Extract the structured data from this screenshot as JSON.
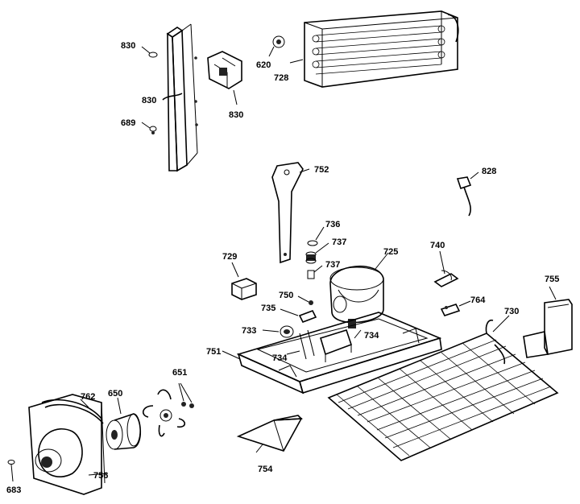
{
  "diagram": {
    "ink_color": "#000000",
    "background_color": "#ffffff",
    "parts": [
      {
        "id": "p830a",
        "label": "830",
        "name": "screw"
      },
      {
        "id": "p830b",
        "label": "830",
        "name": "rail"
      },
      {
        "id": "p830c",
        "label": "830",
        "name": "bracket"
      },
      {
        "id": "p689",
        "label": "689",
        "name": "screw"
      },
      {
        "id": "p620",
        "label": "620",
        "name": "knob"
      },
      {
        "id": "p728",
        "label": "728",
        "name": "condenser-coil"
      },
      {
        "id": "p752",
        "label": "752",
        "name": "bracket-arm"
      },
      {
        "id": "p828",
        "label": "828",
        "name": "cord-clip"
      },
      {
        "id": "p736",
        "label": "736",
        "name": "washer"
      },
      {
        "id": "p737a",
        "label": "737",
        "name": "grommet"
      },
      {
        "id": "p737b",
        "label": "737",
        "name": "grommet"
      },
      {
        "id": "p740",
        "label": "740",
        "name": "clip"
      },
      {
        "id": "p729",
        "label": "729",
        "name": "relay"
      },
      {
        "id": "p725",
        "label": "725",
        "name": "compressor"
      },
      {
        "id": "p755",
        "label": "755",
        "name": "bracket"
      },
      {
        "id": "p750",
        "label": "750",
        "name": "screw"
      },
      {
        "id": "p764",
        "label": "764",
        "name": "clip"
      },
      {
        "id": "p735",
        "label": "735",
        "name": "clamp"
      },
      {
        "id": "p730",
        "label": "730",
        "name": "drain-coil"
      },
      {
        "id": "p733",
        "label": "733",
        "name": "grommet"
      },
      {
        "id": "p734a",
        "label": "734",
        "name": "support"
      },
      {
        "id": "p734b",
        "label": "734",
        "name": "support"
      },
      {
        "id": "p751",
        "label": "751",
        "name": "base-pan"
      },
      {
        "id": "p651",
        "label": "651",
        "name": "fan-blade"
      },
      {
        "id": "p762",
        "label": "762",
        "name": "gasket"
      },
      {
        "id": "p650",
        "label": "650",
        "name": "fan-motor"
      },
      {
        "id": "p754",
        "label": "754",
        "name": "drain-pan"
      },
      {
        "id": "p756",
        "label": "756",
        "name": "fan-shroud"
      },
      {
        "id": "p683",
        "label": "683",
        "name": "screw"
      }
    ]
  }
}
